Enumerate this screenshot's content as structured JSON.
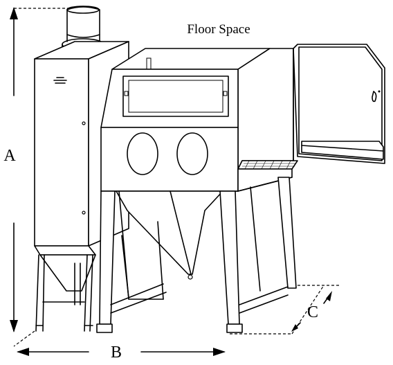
{
  "diagram": {
    "title": "Floor Space",
    "dimensions": {
      "height": "A",
      "width": "B",
      "depth": "C"
    }
  }
}
